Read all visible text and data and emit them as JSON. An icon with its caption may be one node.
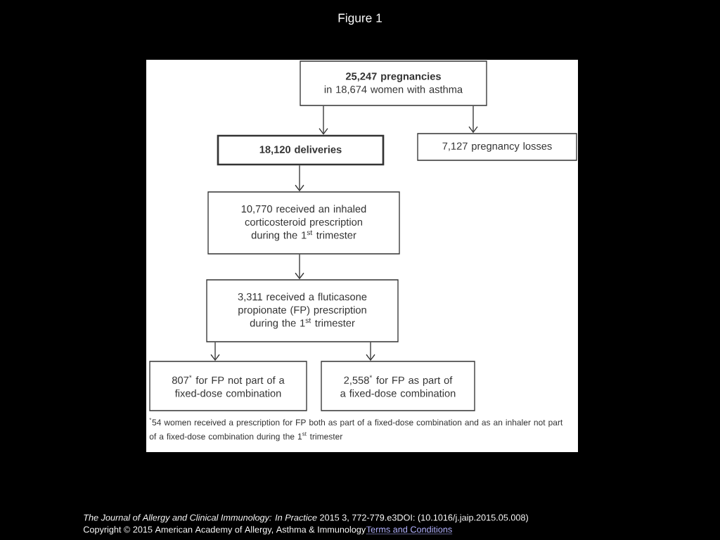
{
  "diagram": {
    "title": "Figure 1",
    "nodes": [
      {
        "text": [
          "25,247 pregnancies",
          "in 18,674 women with asthma"
        ]
      },
      {
        "text": [
          "18,120 deliveries"
        ]
      },
      {
        "text": [
          "7,127 pregnancy losses"
        ]
      },
      {
        "text": [
          "10,770 received an inhaled corticosteroid prescription during the 1$^{st}$ trimester"
        ]
      },
      {
        "text": [
          "3,311 received a fluticasone propionate (FP) prescription during the 1$^{st}$ trimester"
        ]
      },
      {
        "text": [
          "807$^{*}$ for FP not part of a fixed-dose combination"
        ]
      },
      {
        "text": [
          "2,558$^{*}$ for FP as part of a fixed-dose combination"
        ]
      }
    ],
    "edges": [
      {
        "from": 0,
        "to": 1,
        "arrow": "to"
      },
      {
        "from": 0,
        "to": 2,
        "arrow": "to"
      },
      {
        "from": 1,
        "to": 3,
        "arrow": "to"
      },
      {
        "from": 3,
        "to": 4,
        "arrow": "to"
      },
      {
        "from": 4,
        "to": 5,
        "arrow": "to"
      },
      {
        "from": 4,
        "to": 6,
        "arrow": "to"
      }
    ],
    "labels": [
      "$^{*}$54 women received a prescription for FP both as part of a fixed-dose combination and as an inhaler not part of a fixed-dose combination during the 1$^{st}$ trimester",
      "*The Journal of Allergy and Clinical Immunology: In Practice* 2015 3, 772-779.e3DOI: (10.1016/j.jaip.2015.05.008)",
      "Copyright © 2015 American Academy of Allergy, Asthma & Immunology",
      "Terms and Conditions"
    ]
  }
}
